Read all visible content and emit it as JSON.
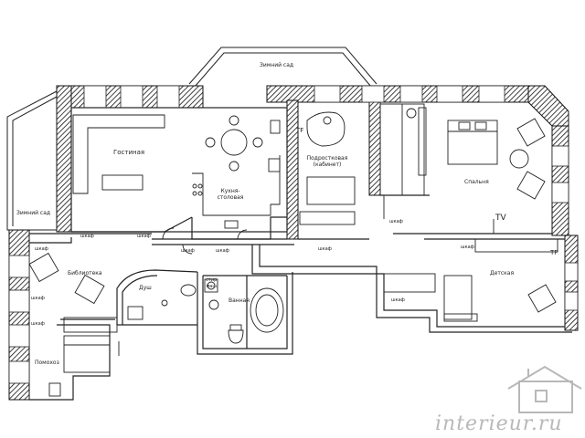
{
  "rooms": {
    "winter_garden_top": "Зимний сад",
    "winter_garden_left": "Зимний сад",
    "living_room": "Гостиная",
    "kitchen_dining": "Кухня-столовая",
    "teen_room": "Подростковая (кабинет)",
    "bedroom": "Спальня",
    "nursery": "Детская",
    "library": "Библиотека",
    "shower": "Душ",
    "bathroom": "Ванная",
    "storage": "Помохоз"
  },
  "marks": {
    "tf_teen": "TF",
    "tf_nursery": "TF",
    "tv_bedroom": "TV",
    "wash_machine": "стир. маш."
  },
  "small_labels": [
    "шкаф",
    "шкаф",
    "шкаф",
    "шкаф",
    "шкаф",
    "шкаф",
    "шкаф",
    "шкаф",
    "шкаф",
    "шкаф",
    "шкаф"
  ],
  "logo": {
    "text": "interieur.ru",
    "color": "#b8b8b8"
  },
  "colors": {
    "wall": "#111111",
    "line": "#222222",
    "background": "#ffffff"
  }
}
